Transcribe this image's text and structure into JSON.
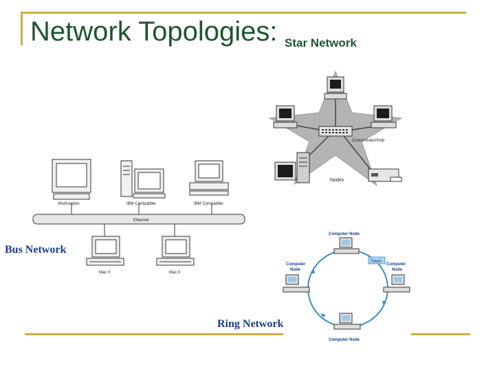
{
  "slide": {
    "title": "Network Topologies:",
    "subtitle": "Star Network"
  },
  "star": {
    "hub_label": "Concentrator/Hub",
    "nodes_label": "Nodes"
  },
  "bus": {
    "caption": "Bus Network",
    "cable_label": "Ethernet",
    "top_nodes": [
      "Workstation",
      "IBM Compatible",
      "IBM Compatible"
    ],
    "bottom_nodes": [
      "Mac II",
      "Mac II"
    ]
  },
  "ring": {
    "caption": "Ring Network",
    "node_label_1": "Computer",
    "node_label_2": "Node",
    "top_node_label": "Computer Node",
    "bottom_node_label": "Computer Node",
    "token_label": "Token"
  },
  "colors": {
    "title": "#1e5530",
    "accent_line": "#c8b040",
    "caption": "#1a3d8c",
    "ring_cable": "#3a8ec8",
    "token_fill": "#a8d4ef"
  }
}
